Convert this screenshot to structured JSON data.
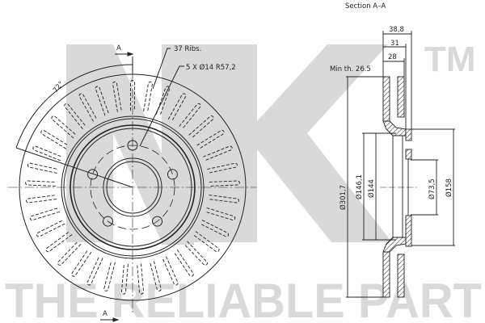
{
  "watermark": {
    "logo": "NK",
    "trademark": "TM",
    "tagline": "THE RELIABLE PART",
    "color": "#d9d9d9"
  },
  "front_view": {
    "section_marker_top": "A",
    "section_marker_bottom": "A",
    "angle_label": "72°",
    "ribs_label": "37 Ribs.",
    "bolt_label": "5 X Ø14 R57,2",
    "rib_count": 37,
    "bolt_holes": 5
  },
  "section_view": {
    "title": "Section A–A",
    "min_thickness_label": "Min th. 26.5",
    "dims": {
      "total_height": "38,8",
      "hat_offset": "31",
      "thickness": "28",
      "outer_diameter": "Ø301,7",
      "hat_outer_diameter": "Ø146,1",
      "hat_inner_diameter": "Ø144",
      "center_bore": "Ø73,5",
      "flange_diameter": "Ø158"
    }
  },
  "colors": {
    "line": "#222222",
    "watermark": "#d9d9d9",
    "background": "#ffffff"
  }
}
